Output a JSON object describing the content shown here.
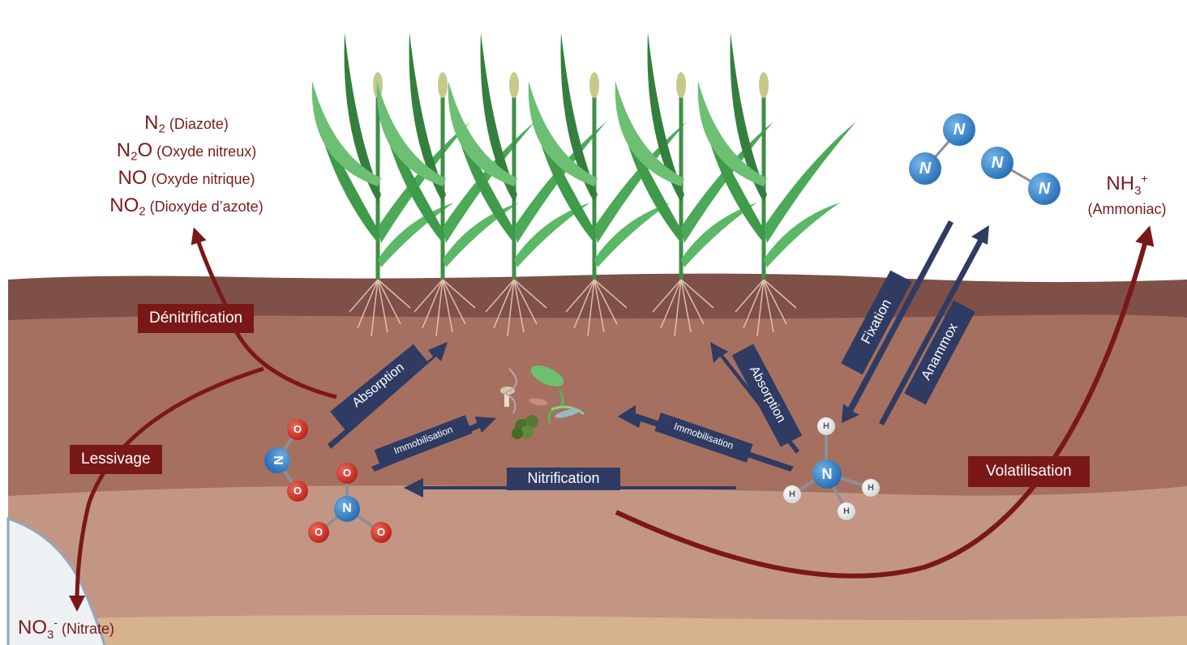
{
  "gases_left": [
    {
      "formula": "N",
      "sub": "2",
      "rest": "",
      "name": " (Diazote)"
    },
    {
      "formula": "N",
      "sub": "2",
      "rest": "O",
      "name": " (Oxyde nitreux)"
    },
    {
      "formula": "NO",
      "sub": "",
      "rest": "",
      "name": " (Oxyde nitrique)"
    },
    {
      "formula": "NO",
      "sub": "2",
      "rest": "",
      "name": " (Dioxyde d’azote)"
    }
  ],
  "ammonia": {
    "formula": "NH",
    "sub": "3",
    "sup": "+",
    "name": "(Ammoniac)"
  },
  "nitrate": {
    "formula": "NO",
    "sub": "3",
    "sup": "-",
    "name": " (Nitrate)"
  },
  "processes": {
    "denitrification": "Dénitrification",
    "lessivage": "Lessivage",
    "volatilisation": "Volatilisation",
    "nitrification": "Nitrification",
    "absorption_left": "Absorption",
    "absorption_right": "Absorption",
    "immobilisation_left": "Immobilisation",
    "immobilisation_right": "Immobilisation",
    "fixation": "Fixation",
    "anammox": "Anammox"
  },
  "atoms": {
    "N": "N",
    "O": "O",
    "H": "H"
  },
  "colors": {
    "dark_red": "#7a1818",
    "navy": "#2f3b63",
    "soil_top": "#7e5048",
    "soil_mid": "#a5705f",
    "soil_low": "#c39683",
    "subsoil": "#d6b28f",
    "plant_green": "#3f9a4a"
  },
  "icons": [
    "wheat-plant-icon",
    "root-icon",
    "microbe-cluster-icon",
    "nitrogen-molecule-icon"
  ]
}
